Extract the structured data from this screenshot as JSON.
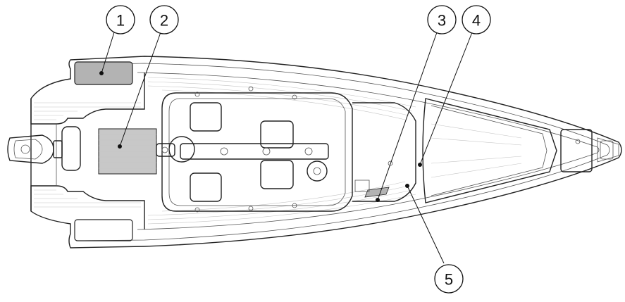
{
  "callouts": [
    {
      "id": "1",
      "label": "1"
    },
    {
      "id": "2",
      "label": "2"
    },
    {
      "id": "3",
      "label": "3"
    },
    {
      "id": "4",
      "label": "4"
    },
    {
      "id": "5",
      "label": "5"
    }
  ],
  "colors": {
    "line": "#222222",
    "deck_lines": "#c4c4c4",
    "highlight_fill": "#b3b3b3",
    "background": "#ffffff"
  }
}
